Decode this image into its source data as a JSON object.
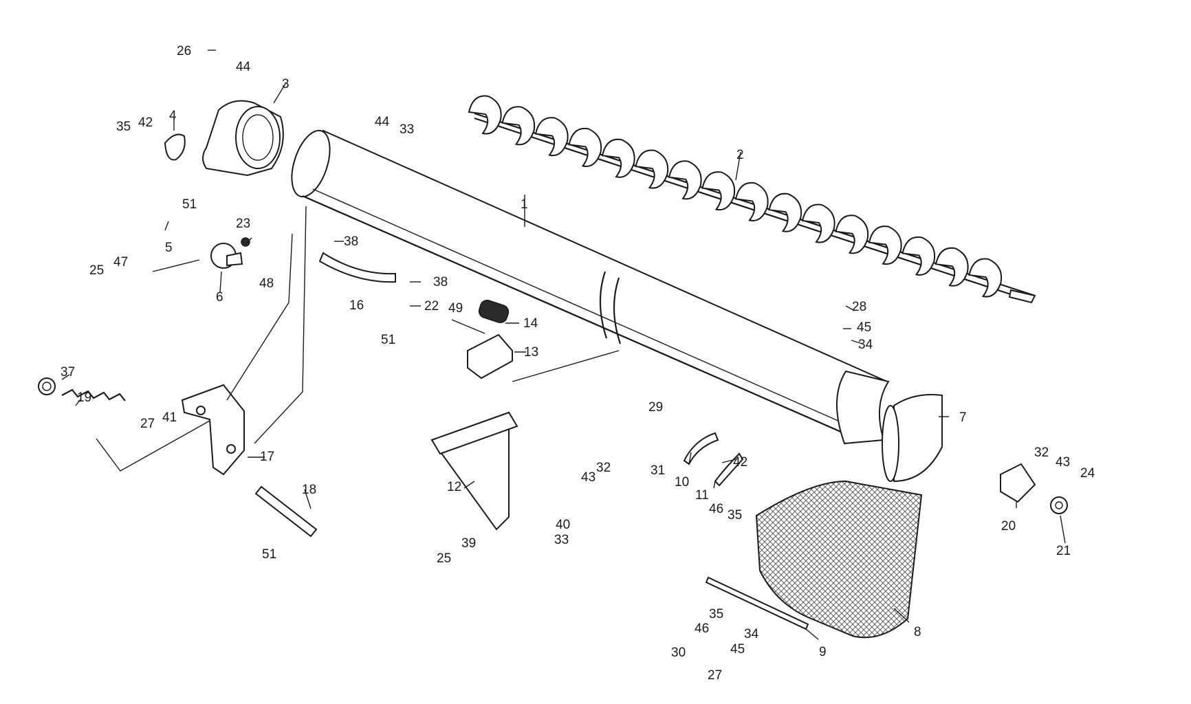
{
  "diagram": {
    "callouts": [
      "1",
      "2",
      "3",
      "4",
      "5",
      "6",
      "7",
      "8",
      "9",
      "10",
      "11",
      "12",
      "13",
      "14",
      "16",
      "17",
      "18",
      "19",
      "20",
      "21",
      "22",
      "23",
      "24",
      "25",
      "26",
      "27",
      "28",
      "29",
      "30",
      "31",
      "32",
      "33",
      "34",
      "35",
      "37",
      "38",
      "39",
      "40",
      "41",
      "42",
      "43",
      "44",
      "45",
      "46",
      "47",
      "48",
      "49",
      "51"
    ],
    "label_values": {
      "l1": "1",
      "l2": "2",
      "l3": "3",
      "l4": "4",
      "l5": "5",
      "l6": "6",
      "l7": "7",
      "l8": "8",
      "l9": "9",
      "l10": "10",
      "l11": "11",
      "l12": "12",
      "l13": "13",
      "l14": "14",
      "l16": "16",
      "l17": "17",
      "l18": "18",
      "l19": "19",
      "l20": "20",
      "l21": "21",
      "l22": "22",
      "l23": "23",
      "l24": "24",
      "l25a": "25",
      "l25b": "25",
      "l26": "26",
      "l27a": "27",
      "l27b": "27",
      "l28": "28",
      "l29": "29",
      "l30": "30",
      "l31": "31",
      "l32a": "32",
      "l32b": "32",
      "l33a": "33",
      "l33b": "33",
      "l34a": "34",
      "l34b": "34",
      "l35a": "35",
      "l35b": "35",
      "l35c": "35",
      "l37": "37",
      "l38a": "38",
      "l38b": "38",
      "l39": "39",
      "l40": "40",
      "l41": "41",
      "l42a": "42",
      "l42b": "42",
      "l43a": "43",
      "l43b": "43",
      "l44a": "44",
      "l44b": "44",
      "l45a": "45",
      "l45b": "45",
      "l46a": "46",
      "l46b": "46",
      "l47": "47",
      "l48": "48",
      "l49": "49",
      "l51a": "51",
      "l51b": "51",
      "l51c": "51"
    }
  },
  "colors": {
    "ink": "#1a1a1a",
    "paper": "#ffffff"
  }
}
